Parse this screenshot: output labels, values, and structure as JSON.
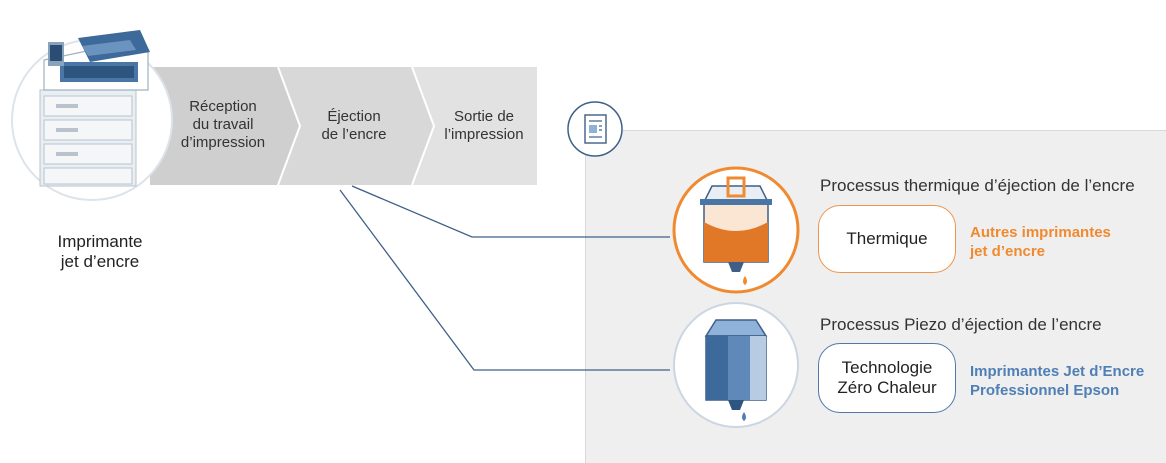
{
  "printer": {
    "caption": "Imprimante\njet d’encre"
  },
  "steps": [
    {
      "label": "Réception\ndu travail\nd’impression"
    },
    {
      "label": "Éjection\nde l’encre"
    },
    {
      "label": "Sortie de\nl’impression"
    }
  ],
  "thermal": {
    "title": "Processus thermique d’éjection de l’encre",
    "pill": "Thermique",
    "note": "Autres imprimantes\njet d’encre",
    "accent": "#F08A30"
  },
  "piezo": {
    "title": "Processus Piezo d’éjection de l’encre",
    "pill": "Technologie\nZéro Chaleur",
    "note": "Imprimantes Jet d’Encre\nProfessionnel Epson",
    "accent": "#4F7FB5"
  },
  "icons": {
    "printer": "printer-icon",
    "document": "document-icon",
    "thermal_cartridge": "thermal-ink-chamber-icon",
    "piezo_cartridge": "piezo-ink-chamber-icon"
  }
}
